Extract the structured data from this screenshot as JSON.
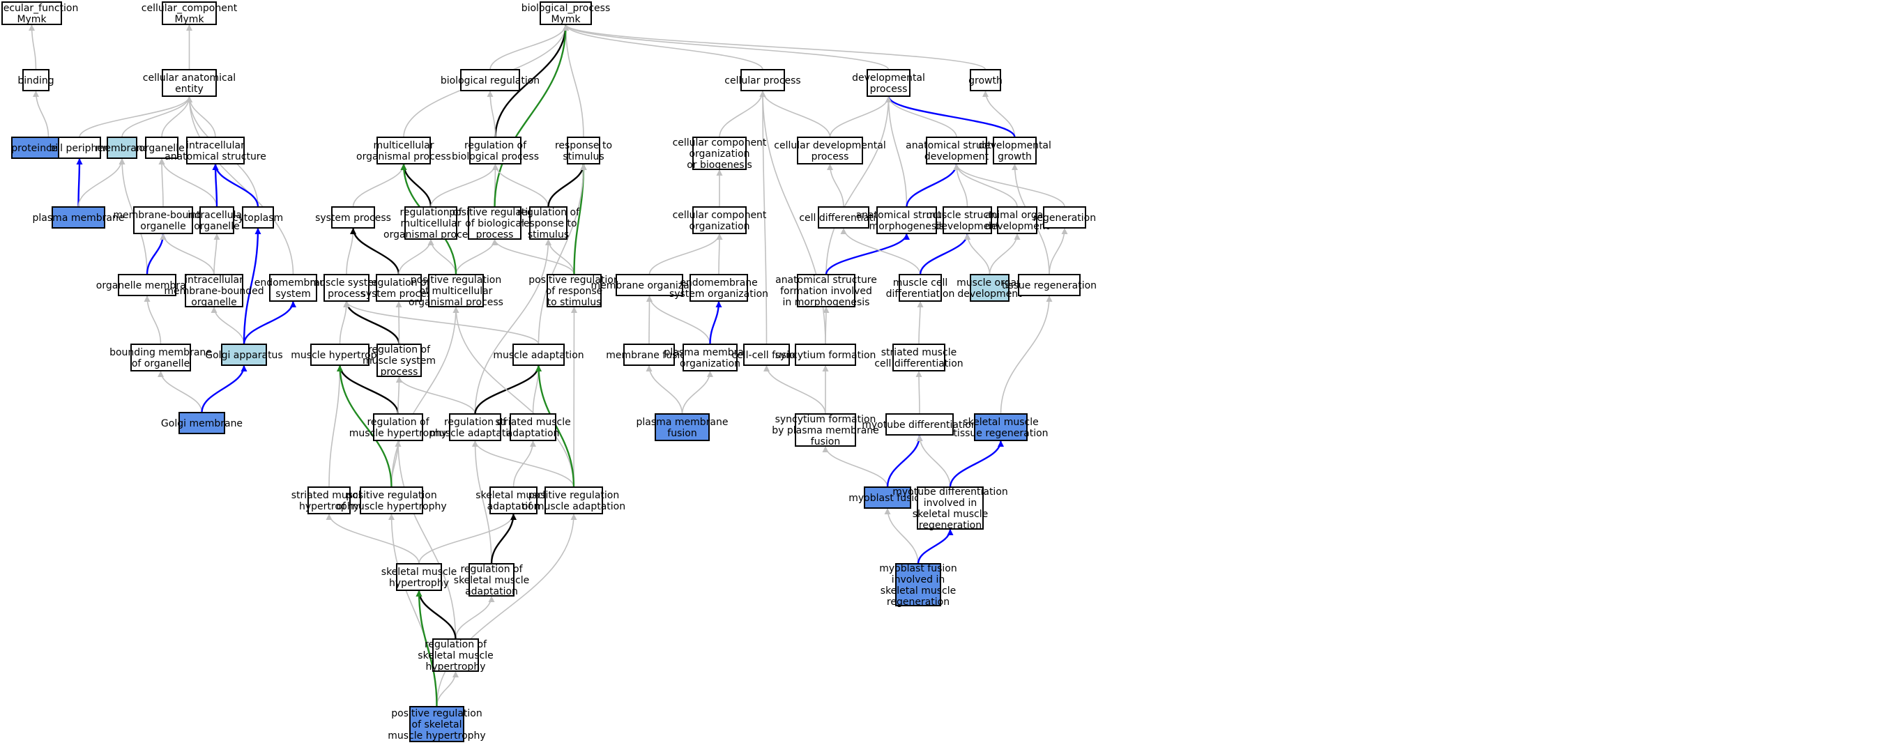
{
  "colors": {
    "node_default": "#ffffff",
    "node_highlight": "#5b8fe8",
    "node_light": "#add8e6",
    "edge_is_a": "#c0c0c0",
    "edge_part_of": "#0000ff",
    "edge_regulates": "#000000",
    "edge_positively_regulates": "#228b22"
  },
  "nodes": {
    "mf": {
      "label": [
        "molecular_function",
        "Mymk"
      ],
      "style": "default"
    },
    "binding": {
      "label": [
        "binding"
      ],
      "style": "default"
    },
    "protein_binding": {
      "label": [
        "protein binding"
      ],
      "style": "highlight"
    },
    "cc": {
      "label": [
        "cellular_component",
        "Mymk"
      ],
      "style": "default"
    },
    "cae": {
      "label": [
        "cellular anatomical",
        "entity"
      ],
      "style": "default"
    },
    "cell_periphery": {
      "label": [
        "cell periphery"
      ],
      "style": "default"
    },
    "membrane": {
      "label": [
        "membrane"
      ],
      "style": "light"
    },
    "organelle": {
      "label": [
        "organelle"
      ],
      "style": "default"
    },
    "ias": {
      "label": [
        "intracellular",
        "anatomical structure"
      ],
      "style": "default"
    },
    "plasma_membrane": {
      "label": [
        "plasma membrane"
      ],
      "style": "highlight"
    },
    "mbo": {
      "label": [
        "membrane-bounded",
        "organelle"
      ],
      "style": "default"
    },
    "io": {
      "label": [
        "intracellular",
        "organelle"
      ],
      "style": "default"
    },
    "cytoplasm": {
      "label": [
        "cytoplasm"
      ],
      "style": "default"
    },
    "organelle_membrane": {
      "label": [
        "organelle membrane"
      ],
      "style": "default"
    },
    "imbo": {
      "label": [
        "intracellular",
        "membrane-bounded",
        "organelle"
      ],
      "style": "default"
    },
    "endomembrane_system": {
      "label": [
        "endomembrane",
        "system"
      ],
      "style": "default"
    },
    "bmo": {
      "label": [
        "bounding membrane",
        "of organelle"
      ],
      "style": "default"
    },
    "golgi_apparatus": {
      "label": [
        "Golgi apparatus"
      ],
      "style": "light"
    },
    "golgi_membrane": {
      "label": [
        "Golgi membrane"
      ],
      "style": "highlight"
    },
    "bp": {
      "label": [
        "biological_process",
        "Mymk"
      ],
      "style": "default"
    },
    "bio_reg": {
      "label": [
        "biological regulation"
      ],
      "style": "default"
    },
    "mop": {
      "label": [
        "multicellular",
        "organismal process"
      ],
      "style": "default"
    },
    "rbp": {
      "label": [
        "regulation of",
        "biological process"
      ],
      "style": "default"
    },
    "rts": {
      "label": [
        "response to",
        "stimulus"
      ],
      "style": "default"
    },
    "sys_proc": {
      "label": [
        "system process"
      ],
      "style": "default"
    },
    "rmop": {
      "label": [
        "regulation of",
        "multicellular",
        "organismal process"
      ],
      "style": "default"
    },
    "prbp": {
      "label": [
        "positive regulation",
        "of biological",
        "process"
      ],
      "style": "default"
    },
    "rrts": {
      "label": [
        "regulation of",
        "response to",
        "stimulus"
      ],
      "style": "default"
    },
    "msp": {
      "label": [
        "muscle system",
        "process"
      ],
      "style": "default"
    },
    "rsp": {
      "label": [
        "regulation of",
        "system process"
      ],
      "style": "default"
    },
    "prmop": {
      "label": [
        "positive regulation",
        "of multicellular",
        "organismal process"
      ],
      "style": "default"
    },
    "prrts": {
      "label": [
        "positive regulation",
        "of response",
        "to stimulus"
      ],
      "style": "default"
    },
    "mh": {
      "label": [
        "muscle hypertrophy"
      ],
      "style": "default"
    },
    "rmsp": {
      "label": [
        "regulation of",
        "muscle system",
        "process"
      ],
      "style": "default"
    },
    "ma": {
      "label": [
        "muscle adaptation"
      ],
      "style": "default"
    },
    "rmh": {
      "label": [
        "regulation of",
        "muscle hypertrophy"
      ],
      "style": "default"
    },
    "rma": {
      "label": [
        "regulation of",
        "muscle adaptation"
      ],
      "style": "default"
    },
    "sma": {
      "label": [
        "striated muscle",
        "adaptation"
      ],
      "style": "default"
    },
    "smh": {
      "label": [
        "striated muscle",
        "hypertrophy"
      ],
      "style": "default"
    },
    "prmh": {
      "label": [
        "positive regulation",
        "of muscle hypertrophy"
      ],
      "style": "default"
    },
    "skma": {
      "label": [
        "skeletal muscle",
        "adaptation"
      ],
      "style": "default"
    },
    "prma": {
      "label": [
        "positive regulation",
        "of muscle adaptation"
      ],
      "style": "default"
    },
    "skmh": {
      "label": [
        "skeletal muscle",
        "hypertrophy"
      ],
      "style": "default"
    },
    "rskma": {
      "label": [
        "regulation of",
        "skeletal muscle",
        "adaptation"
      ],
      "style": "default"
    },
    "rskmh": {
      "label": [
        "regulation of",
        "skeletal muscle",
        "hypertrophy"
      ],
      "style": "default"
    },
    "prskmh": {
      "label": [
        "positive regulation",
        "of skeletal",
        "muscle hypertrophy"
      ],
      "style": "highlight"
    },
    "cell_proc": {
      "label": [
        "cellular process"
      ],
      "style": "default"
    },
    "dev_proc": {
      "label": [
        "developmental",
        "process"
      ],
      "style": "default"
    },
    "growth": {
      "label": [
        "growth"
      ],
      "style": "default"
    },
    "ccob": {
      "label": [
        "cellular component",
        "organization",
        "or biogenesis"
      ],
      "style": "default"
    },
    "cdp": {
      "label": [
        "cellular developmental",
        "process"
      ],
      "style": "default"
    },
    "asd": {
      "label": [
        "anatomical structure",
        "development"
      ],
      "style": "default"
    },
    "dev_growth": {
      "label": [
        "developmental",
        "growth"
      ],
      "style": "default"
    },
    "cco": {
      "label": [
        "cellular component",
        "organization"
      ],
      "style": "default"
    },
    "cell_diff": {
      "label": [
        "cell differentiation"
      ],
      "style": "default"
    },
    "asm": {
      "label": [
        "anatomical structure",
        "morphogenesis"
      ],
      "style": "default"
    },
    "msd": {
      "label": [
        "muscle structure",
        "development"
      ],
      "style": "default"
    },
    "aod": {
      "label": [
        "animal organ",
        "development"
      ],
      "style": "default"
    },
    "regeneration": {
      "label": [
        "regeneration"
      ],
      "style": "default"
    },
    "mem_org": {
      "label": [
        "membrane organization"
      ],
      "style": "default"
    },
    "eso": {
      "label": [
        "endomembrane",
        "system organization"
      ],
      "style": "default"
    },
    "asfim": {
      "label": [
        "anatomical structure",
        "formation involved",
        "in morphogenesis"
      ],
      "style": "default"
    },
    "mcd": {
      "label": [
        "muscle cell",
        "differentiation"
      ],
      "style": "default"
    },
    "mod": {
      "label": [
        "muscle organ",
        "development"
      ],
      "style": "light"
    },
    "tissue_regen": {
      "label": [
        "tissue regeneration"
      ],
      "style": "default"
    },
    "mem_fusion": {
      "label": [
        "membrane fusion"
      ],
      "style": "default"
    },
    "pmo": {
      "label": [
        "plasma membrane",
        "organization"
      ],
      "style": "default"
    },
    "ccf": {
      "label": [
        "cell-cell fusion"
      ],
      "style": "default"
    },
    "synf": {
      "label": [
        "syncytium formation"
      ],
      "style": "default"
    },
    "smcd": {
      "label": [
        "striated muscle",
        "cell differentiation"
      ],
      "style": "default"
    },
    "pmf": {
      "label": [
        "plasma membrane",
        "fusion"
      ],
      "style": "highlight"
    },
    "sfpmf": {
      "label": [
        "syncytium formation",
        "by plasma membrane",
        "fusion"
      ],
      "style": "default"
    },
    "myotube_diff": {
      "label": [
        "myotube differentiation"
      ],
      "style": "default"
    },
    "skmtr": {
      "label": [
        "skeletal muscle",
        "tissue regeneration"
      ],
      "style": "highlight"
    },
    "myoblast_fusion": {
      "label": [
        "myoblast fusion"
      ],
      "style": "highlight"
    },
    "mdiskmr": {
      "label": [
        "myotube differentiation",
        "involved in",
        "skeletal muscle",
        "regeneration"
      ],
      "style": "default"
    },
    "mfiskmr": {
      "label": [
        "myoblast fusion",
        "involved in",
        "skeletal muscle",
        "regeneration"
      ],
      "style": "highlight"
    }
  },
  "edges": [
    [
      "binding",
      "mf",
      "is_a"
    ],
    [
      "protein_binding",
      "binding",
      "is_a"
    ],
    [
      "cae",
      "cc",
      "is_a"
    ],
    [
      "cell_periphery",
      "cae",
      "is_a"
    ],
    [
      "membrane",
      "cae",
      "is_a"
    ],
    [
      "organelle",
      "cae",
      "is_a"
    ],
    [
      "ias",
      "cae",
      "is_a"
    ],
    [
      "cytoplasm",
      "cae",
      "is_a"
    ],
    [
      "endomembrane_system",
      "cae",
      "is_a"
    ],
    [
      "plasma_membrane",
      "cell_periphery",
      "part_of"
    ],
    [
      "plasma_membrane",
      "membrane",
      "is_a"
    ],
    [
      "mbo",
      "organelle",
      "is_a"
    ],
    [
      "io",
      "organelle",
      "is_a"
    ],
    [
      "io",
      "ias",
      "part_of"
    ],
    [
      "cytoplasm",
      "ias",
      "part_of"
    ],
    [
      "organelle_membrane",
      "membrane",
      "is_a"
    ],
    [
      "organelle_membrane",
      "mbo",
      "part_of"
    ],
    [
      "imbo",
      "mbo",
      "is_a"
    ],
    [
      "imbo",
      "io",
      "is_a"
    ],
    [
      "bmo",
      "organelle_membrane",
      "is_a"
    ],
    [
      "golgi_apparatus",
      "imbo",
      "is_a"
    ],
    [
      "golgi_apparatus",
      "cytoplasm",
      "part_of"
    ],
    [
      "golgi_apparatus",
      "endomembrane_system",
      "part_of"
    ],
    [
      "golgi_membrane",
      "bmo",
      "is_a"
    ],
    [
      "golgi_membrane",
      "golgi_apparatus",
      "part_of"
    ],
    [
      "bio_reg",
      "bp",
      "is_a"
    ],
    [
      "mop",
      "bp",
      "is_a"
    ],
    [
      "rbp",
      "bp",
      "regulates"
    ],
    [
      "rbp",
      "bio_reg",
      "is_a"
    ],
    [
      "rts",
      "bp",
      "is_a"
    ],
    [
      "sys_proc",
      "mop",
      "is_a"
    ],
    [
      "rmop",
      "mop",
      "regulates"
    ],
    [
      "rmop",
      "rbp",
      "is_a"
    ],
    [
      "prbp",
      "rbp",
      "is_a"
    ],
    [
      "prbp",
      "bp",
      "positively_regulates"
    ],
    [
      "rrts",
      "rbp",
      "is_a"
    ],
    [
      "rrts",
      "rts",
      "regulates"
    ],
    [
      "msp",
      "sys_proc",
      "is_a"
    ],
    [
      "rsp",
      "sys_proc",
      "regulates"
    ],
    [
      "rsp",
      "rmop",
      "is_a"
    ],
    [
      "prmop",
      "rmop",
      "is_a"
    ],
    [
      "prmop",
      "prbp",
      "is_a"
    ],
    [
      "prmop",
      "mop",
      "positively_regulates"
    ],
    [
      "prrts",
      "rrts",
      "is_a"
    ],
    [
      "prrts",
      "prbp",
      "is_a"
    ],
    [
      "prrts",
      "rts",
      "positively_regulates"
    ],
    [
      "mh",
      "msp",
      "is_a"
    ],
    [
      "rmsp",
      "msp",
      "regulates"
    ],
    [
      "rmsp",
      "rsp",
      "is_a"
    ],
    [
      "ma",
      "msp",
      "is_a"
    ],
    [
      "ma",
      "rts",
      "is_a"
    ],
    [
      "rmh",
      "mh",
      "regulates"
    ],
    [
      "rmh",
      "rmsp",
      "is_a"
    ],
    [
      "rma",
      "rmsp",
      "is_a"
    ],
    [
      "rma",
      "rrts",
      "is_a"
    ],
    [
      "rma",
      "ma",
      "regulates"
    ],
    [
      "sma",
      "ma",
      "is_a"
    ],
    [
      "smh",
      "mh",
      "is_a"
    ],
    [
      "prmh",
      "rmh",
      "is_a"
    ],
    [
      "prmh",
      "prmop",
      "is_a"
    ],
    [
      "prmh",
      "mh",
      "positively_regulates"
    ],
    [
      "skma",
      "sma",
      "is_a"
    ],
    [
      "prma",
      "rma",
      "is_a"
    ],
    [
      "prma",
      "prmop",
      "is_a"
    ],
    [
      "prma",
      "prrts",
      "is_a"
    ],
    [
      "prma",
      "ma",
      "positively_regulates"
    ],
    [
      "skmh",
      "smh",
      "is_a"
    ],
    [
      "skmh",
      "skma",
      "is_a"
    ],
    [
      "rskma",
      "rma",
      "is_a"
    ],
    [
      "rskma",
      "skma",
      "regulates"
    ],
    [
      "rskmh",
      "rmh",
      "is_a"
    ],
    [
      "rskmh",
      "rskma",
      "is_a"
    ],
    [
      "rskmh",
      "skmh",
      "regulates"
    ],
    [
      "prskmh",
      "prmh",
      "is_a"
    ],
    [
      "prskmh",
      "rskmh",
      "is_a"
    ],
    [
      "prskmh",
      "prma",
      "is_a"
    ],
    [
      "prskmh",
      "skmh",
      "positively_regulates"
    ],
    [
      "cell_proc",
      "bp",
      "is_a"
    ],
    [
      "dev_proc",
      "bp",
      "is_a"
    ],
    [
      "growth",
      "bp",
      "is_a"
    ],
    [
      "ccob",
      "cell_proc",
      "is_a"
    ],
    [
      "cdp",
      "cell_proc",
      "is_a"
    ],
    [
      "cdp",
      "dev_proc",
      "is_a"
    ],
    [
      "asd",
      "dev_proc",
      "is_a"
    ],
    [
      "dev_growth",
      "growth",
      "is_a"
    ],
    [
      "dev_growth",
      "dev_proc",
      "part_of"
    ],
    [
      "cco",
      "ccob",
      "is_a"
    ],
    [
      "cell_diff",
      "cdp",
      "is_a"
    ],
    [
      "asm",
      "dev_proc",
      "is_a"
    ],
    [
      "asm",
      "asd",
      "part_of"
    ],
    [
      "msd",
      "asd",
      "is_a"
    ],
    [
      "aod",
      "asd",
      "is_a"
    ],
    [
      "regeneration",
      "asd",
      "is_a"
    ],
    [
      "mem_org",
      "cco",
      "is_a"
    ],
    [
      "eso",
      "cco",
      "is_a"
    ],
    [
      "asfim",
      "dev_proc",
      "is_a"
    ],
    [
      "asfim",
      "asm",
      "part_of"
    ],
    [
      "mcd",
      "cell_diff",
      "is_a"
    ],
    [
      "mcd",
      "msd",
      "part_of"
    ],
    [
      "mod",
      "msd",
      "is_a"
    ],
    [
      "mod",
      "aod",
      "is_a"
    ],
    [
      "tissue_regen",
      "regeneration",
      "is_a"
    ],
    [
      "tissue_regen",
      "dev_growth",
      "is_a"
    ],
    [
      "mem_fusion",
      "mem_org",
      "is_a"
    ],
    [
      "pmo",
      "mem_org",
      "is_a"
    ],
    [
      "pmo",
      "eso",
      "part_of"
    ],
    [
      "ccf",
      "cell_proc",
      "is_a"
    ],
    [
      "synf",
      "cell_proc",
      "is_a"
    ],
    [
      "synf",
      "asfim",
      "is_a"
    ],
    [
      "smcd",
      "mcd",
      "is_a"
    ],
    [
      "pmf",
      "mem_fusion",
      "is_a"
    ],
    [
      "pmf",
      "pmo",
      "is_a"
    ],
    [
      "sfpmf",
      "ccf",
      "is_a"
    ],
    [
      "sfpmf",
      "synf",
      "is_a"
    ],
    [
      "myotube_diff",
      "smcd",
      "is_a"
    ],
    [
      "skmtr",
      "tissue_regen",
      "is_a"
    ],
    [
      "myoblast_fusion",
      "sfpmf",
      "is_a"
    ],
    [
      "myoblast_fusion",
      "myotube_diff",
      "part_of"
    ],
    [
      "mdiskmr",
      "myotube_diff",
      "is_a"
    ],
    [
      "mdiskmr",
      "skmtr",
      "part_of"
    ],
    [
      "mfiskmr",
      "myoblast_fusion",
      "is_a"
    ],
    [
      "mfiskmr",
      "mdiskmr",
      "part_of"
    ]
  ]
}
